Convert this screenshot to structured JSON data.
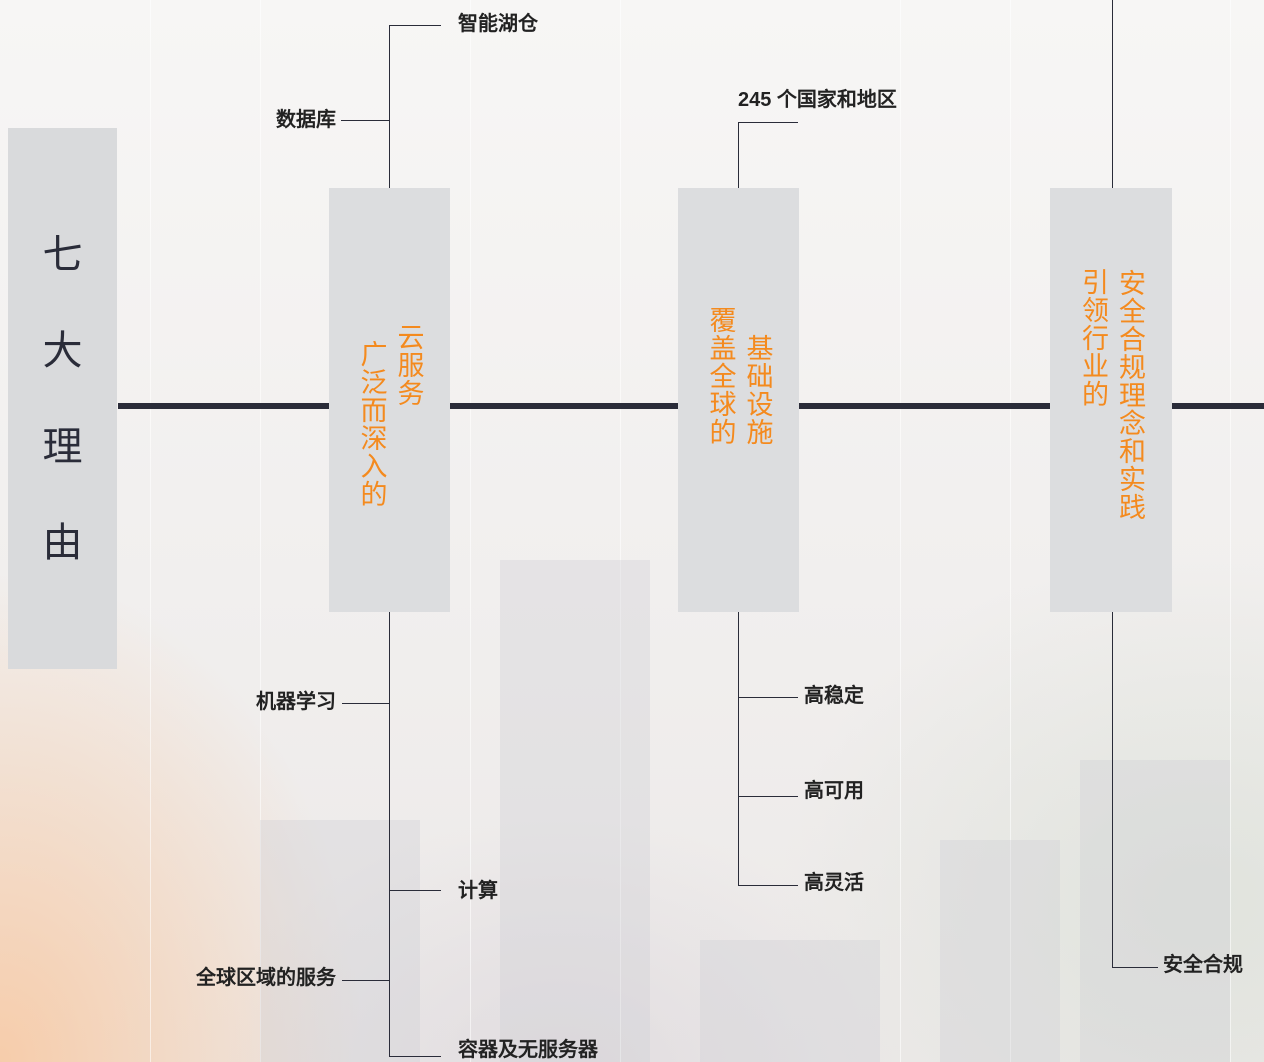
{
  "left_title": [
    "七",
    "大",
    "理",
    "由"
  ],
  "pillars": [
    {
      "col_right": "云服务",
      "col_left": "广泛而深入的"
    },
    {
      "col_right": "基础设施",
      "col_left": "覆盖全球的"
    },
    {
      "col_right": "安全合规理念和实践",
      "col_left": "引领行业的"
    }
  ],
  "labels": {
    "smart_lakehouse": "智能湖仓",
    "database": "数据库",
    "machine_learning": "机器学习",
    "compute": "计算",
    "global_region_services": "全球区域的服务",
    "containers_serverless": "容器及无服务器",
    "countries_regions": "245 个国家和地区",
    "high_stability": "高稳定",
    "high_availability": "高可用",
    "high_flexibility": "高灵活",
    "security_compliance": "安全合规"
  },
  "colors": {
    "accent": "#f48a1e",
    "line": "#2a2c39",
    "box": "#dcdddf"
  }
}
